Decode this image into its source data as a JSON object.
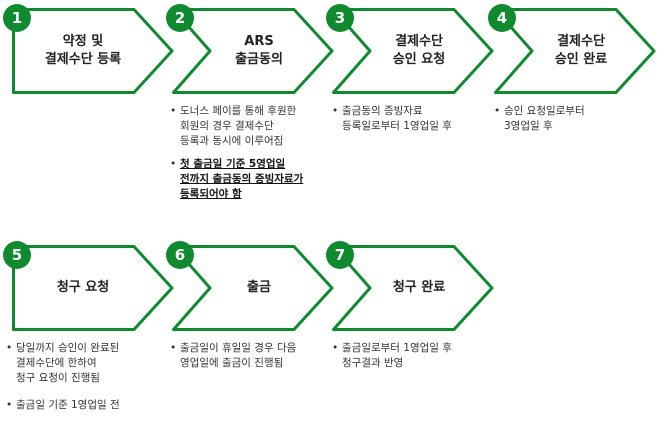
{
  "accent_color": "#0f8a2e",
  "steps": [
    {
      "number": "1",
      "lines": [
        "약정 및",
        "결제수단 등록"
      ]
    },
    {
      "number": "2",
      "lines": [
        "ARS",
        "출금동의"
      ]
    },
    {
      "number": "3",
      "lines": [
        "결제수단",
        "승인 요청"
      ]
    },
    {
      "number": "4",
      "lines": [
        "결제수단",
        "승인 완료"
      ]
    },
    {
      "number": "5",
      "lines": [
        "청구 요청"
      ]
    },
    {
      "number": "6",
      "lines": [
        "출금"
      ]
    },
    {
      "number": "7",
      "lines": [
        "청구 완료"
      ]
    }
  ],
  "notes": {
    "step2": [
      {
        "lines": [
          "도너스 페이를 통해 후원한",
          "회원의 경우 결제수단",
          "등록과 동시에 이루어짐"
        ]
      },
      {
        "lines": [
          "첫 출금일 기준 5영업일",
          "전까지 출금동의 증빙자료가",
          "등록되어야 함"
        ],
        "emphasis": true
      }
    ],
    "step3": [
      {
        "lines": [
          "출금동의 증빙자료",
          "등록일로부터 1영업일 후"
        ]
      }
    ],
    "step4": [
      {
        "lines": [
          "승인 요청일로부터",
          "3영업일 후"
        ]
      }
    ],
    "step5": [
      {
        "lines": [
          "당일까지 승인이 완료된",
          "결제수단에 한하여",
          "청구 요청이 진행됨"
        ]
      },
      {
        "lines": [
          "출금일 기준 1영업일 전"
        ]
      }
    ],
    "step6": [
      {
        "lines": [
          "출금일이 휴일일 경우 다음",
          "영업일에 출금이 진행됨"
        ]
      }
    ],
    "step7": [
      {
        "lines": [
          "출금일로부터 1영업일 후",
          "청구결과 반영"
        ]
      }
    ]
  }
}
